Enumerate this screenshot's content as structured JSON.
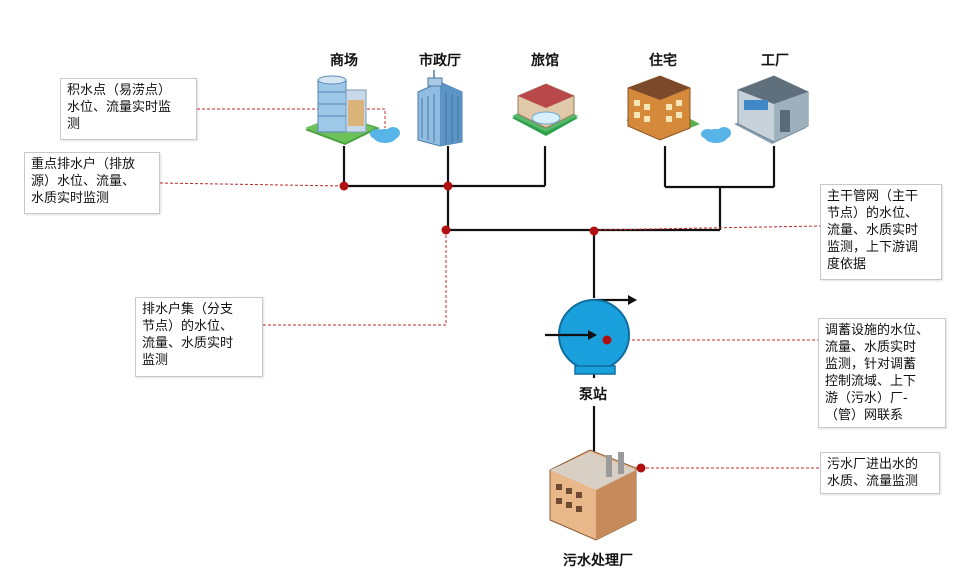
{
  "buildings": [
    {
      "id": "mall",
      "label": "商场"
    },
    {
      "id": "cityhall",
      "label": "市政厅"
    },
    {
      "id": "hotel",
      "label": "旅馆"
    },
    {
      "id": "residence",
      "label": "住宅"
    },
    {
      "id": "factory",
      "label": "工厂"
    }
  ],
  "pump_label": "泵站",
  "plant_label": "污水处理厂",
  "notes": [
    {
      "id": "ponding",
      "text": "积水点（易涝点）\n水位、流量实时监\n测"
    },
    {
      "id": "key-discharger",
      "text": "重点排水户（排放\n源）水位、流量、\n水质实时监测"
    },
    {
      "id": "branch-node",
      "text": "排水户集（分支\n节点）的水位、\n流量、水质实时\n监测"
    },
    {
      "id": "trunk-node",
      "text": "主干管网（主干\n节点）的水位、\n流量、水质实时\n监测，上下游调\n度依据"
    },
    {
      "id": "storage",
      "text": "调蓄设施的水位、\n流量、水质实时\n监测，针对调蓄\n控制流域、上下\n游（污水）厂-\n（管）网联系"
    },
    {
      "id": "plant-io",
      "text": "污水厂进出水的\n水质、流量监测"
    }
  ],
  "colors": {
    "pipe": "#111111",
    "sensor": "#b01010",
    "leader": "#c0282a",
    "pump": "#1aa0dc",
    "cloud": "#56b4e8"
  }
}
